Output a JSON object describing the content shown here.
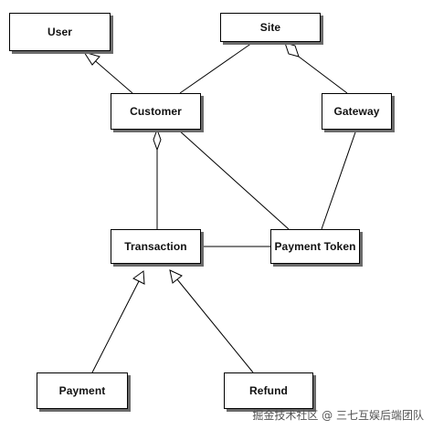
{
  "diagram": {
    "nodes": {
      "user": "User",
      "site": "Site",
      "customer": "Customer",
      "gateway": "Gateway",
      "transaction": "Transaction",
      "payment_token": "Payment Token",
      "payment": "Payment",
      "refund": "Refund"
    }
  },
  "watermark": "掘金技术社区 @ 三七互娱后端团队",
  "colors": {
    "line": "#000000",
    "shadow": "#6b6b6b",
    "background": "#ffffff"
  }
}
